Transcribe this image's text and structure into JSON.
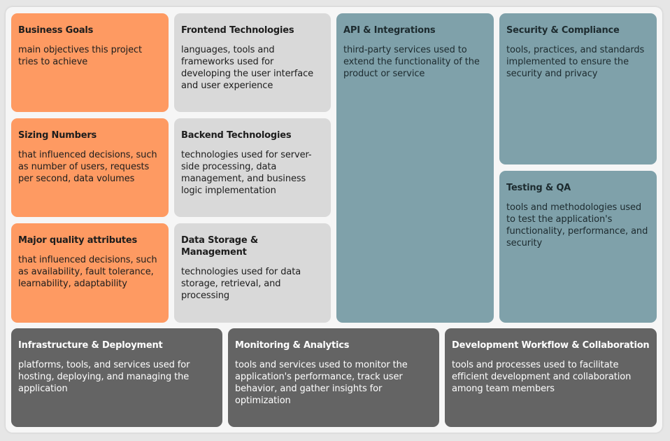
{
  "colors": {
    "orange": "#fe9a62",
    "light_gray": "#d9d9d9",
    "teal": "#7fa1aa",
    "dark_gray": "#646464"
  },
  "cards": {
    "business_goals": {
      "title": "Business Goals",
      "desc": "main objectives this project tries to achieve"
    },
    "sizing_numbers": {
      "title": "Sizing Numbers",
      "desc": "that influenced decisions, such as number of users, requests per second, data volumes"
    },
    "quality_attributes": {
      "title": "Major quality attributes",
      "desc": "that influenced decisions, such as availability, fault tolerance, learnability, adaptability"
    },
    "frontend": {
      "title": "Frontend Technologies",
      "desc": "languages, tools and frameworks used for developing the user interface and user experience"
    },
    "backend": {
      "title": "Backend Technologies",
      "desc": "technologies used for server-side processing, data management, and business logic implementation"
    },
    "data_storage": {
      "title": "Data Storage & Management",
      "desc": "technologies used for data storage, retrieval, and processing"
    },
    "api": {
      "title": "API & Integrations",
      "desc": "third-party services used to extend the functionality of the product or service"
    },
    "security": {
      "title": "Security & Compliance",
      "desc": "tools, practices, and standards implemented to ensure the security and privacy"
    },
    "testing": {
      "title": "Testing & QA",
      "desc": "tools and methodologies used to test the application's functionality, performance, and security"
    },
    "infrastructure": {
      "title": "Infrastructure & Deployment",
      "desc": "platforms, tools, and services used for hosting, deploying, and managing the application"
    },
    "monitoring": {
      "title": "Monitoring & Analytics",
      "desc": "tools and services used to monitor the application's performance, track user behavior, and gather insights for optimization"
    },
    "workflow": {
      "title": "Development Workflow & Collaboration",
      "desc": "tools and processes used to facilitate efficient development and collaboration among team members"
    }
  }
}
